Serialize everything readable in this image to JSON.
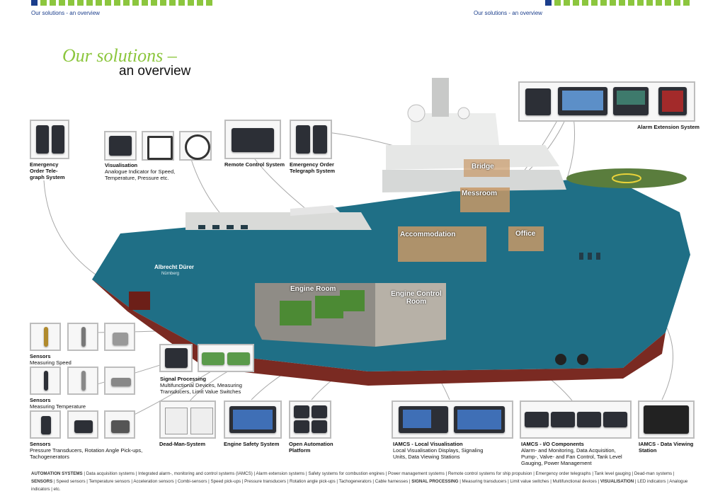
{
  "header": {
    "left": "Our solutions - an overview",
    "right": "Our solutions - an overview"
  },
  "title": {
    "line1": "Our solutions –",
    "line2": "an overview"
  },
  "ship": {
    "name": "Albrecht Dürer",
    "port": "Nürnberg",
    "zones": {
      "bridge": "Bridge",
      "messroom": "Messroom",
      "accommodation": "Accommodation",
      "office": "Office",
      "engine_room": "Engine Room",
      "engine_control_room": "Engine Control Room"
    }
  },
  "products": {
    "eot_left": "Emergency Order Tele-graph System",
    "visualisation_title": "Visualisation",
    "visualisation_desc": "Analogue Indicator for Speed, Temperature, Pressure etc.",
    "remote_control": "Remote Control System",
    "eot_right": "Emergency Order Telegraph System",
    "alarm_extension": "Alarm Extension System",
    "sensors_speed_title": "Sensors",
    "sensors_speed_desc": "Measuring Speed",
    "sensors_temp_title": "Sensors",
    "sensors_temp_desc": "Measuring Temperature",
    "sensors_pressure_title": "Sensors",
    "sensors_pressure_desc": "Pressure Transducers, Rotation Angle Pick-ups, Tachogenerators",
    "signal_title": "Signal Processing",
    "signal_desc": "Multifunctional Devices, Measuring Transducers, Limit Value Switches",
    "dead_man": "Dead-Man-System",
    "engine_safety": "Engine Safety System",
    "open_automation": "Open Automation Platform",
    "local_vis_title": "IAMCS - Local Visualisation",
    "local_vis_desc": "Local Visualisation Displays, Signaling Units, Data Viewing Stations",
    "io_title": "IAMCS - I/O Components",
    "io_desc": "Alarm- and Monitoring, Data Acquisition, Pump-, Valve- and Fan Control, Tank Level Gauging, Power Management",
    "dvs_title": "IAMCS - Data Viewing Station"
  },
  "footer": {
    "automation_head": "AUTOMATION SYSTEMS",
    "automation": " | Data acquisition systems | Integrated alarm-, monitoring and control systems (IAMCS) | Alarm extension systems | Safety systems for combustion engines | Power management systems | Remote control systems for ship propulsion | Emergency order telegraphs | Tank level gauging | Dead-man systems |",
    "sensors_head": "SENSORS",
    "sensors": " | Speed sensors | Temperature sensors | Acceleration sensors | Combi-sensors | Speed pick-ups | Pressure transducers | Rotation angle pick-ups | Tachogenerators | Cable harnesses | ",
    "signal_head": "SIGNAL PROCESSING",
    "signal": " | Measuring transducers | Limit value switches | Multifunctional devices | ",
    "vis_head": "VISUALISATION",
    "vis": " | LED indicators | Analogue indicators | etc."
  },
  "colors": {
    "accent_green": "#8cc63e",
    "brand_blue": "#1b3e8c",
    "hull_teal": "#1f6f86",
    "hull_red": "#7a2a22"
  }
}
